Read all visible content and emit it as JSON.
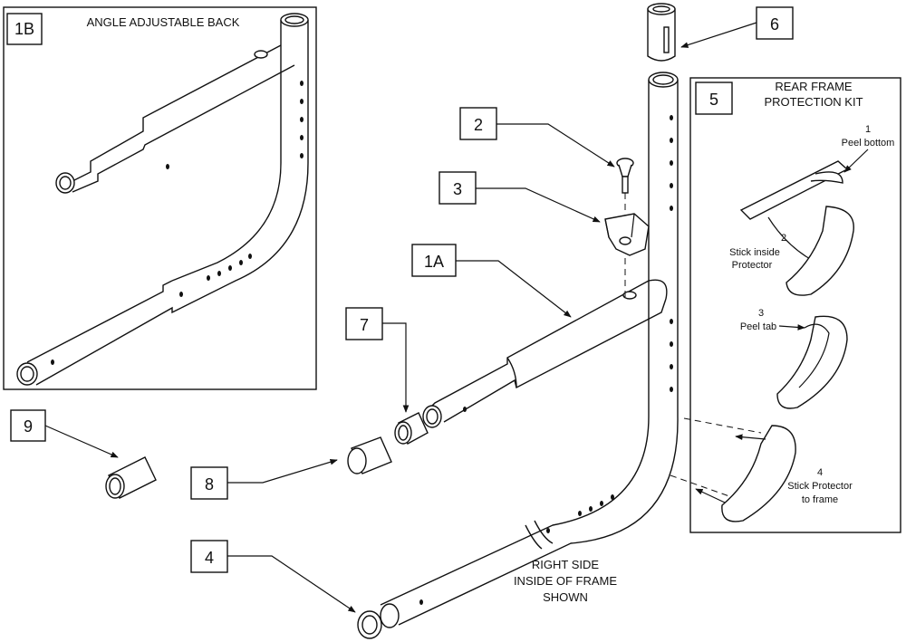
{
  "callouts": {
    "c1b": "1B",
    "c1a": "1A",
    "c2": "2",
    "c3": "3",
    "c4": "4",
    "c5": "5",
    "c6": "6",
    "c7": "7",
    "c8": "8",
    "c9": "9"
  },
  "inset_1b": {
    "title": "ANGLE ADJUSTABLE BACK"
  },
  "kit_5": {
    "title_line1": "REAR FRAME",
    "title_line2": "PROTECTION KIT",
    "steps": [
      {
        "num": "1",
        "line1": "Peel bottom",
        "line2": ""
      },
      {
        "num": "2",
        "line1": "Stick inside",
        "line2": "Protector"
      },
      {
        "num": "3",
        "line1": "Peel tab",
        "line2": ""
      },
      {
        "num": "4",
        "line1": "Stick Protector",
        "line2": "to frame"
      }
    ]
  },
  "note": {
    "line1": "RIGHT SIDE",
    "line2": "INSIDE OF FRAME",
    "line3": "SHOWN"
  }
}
